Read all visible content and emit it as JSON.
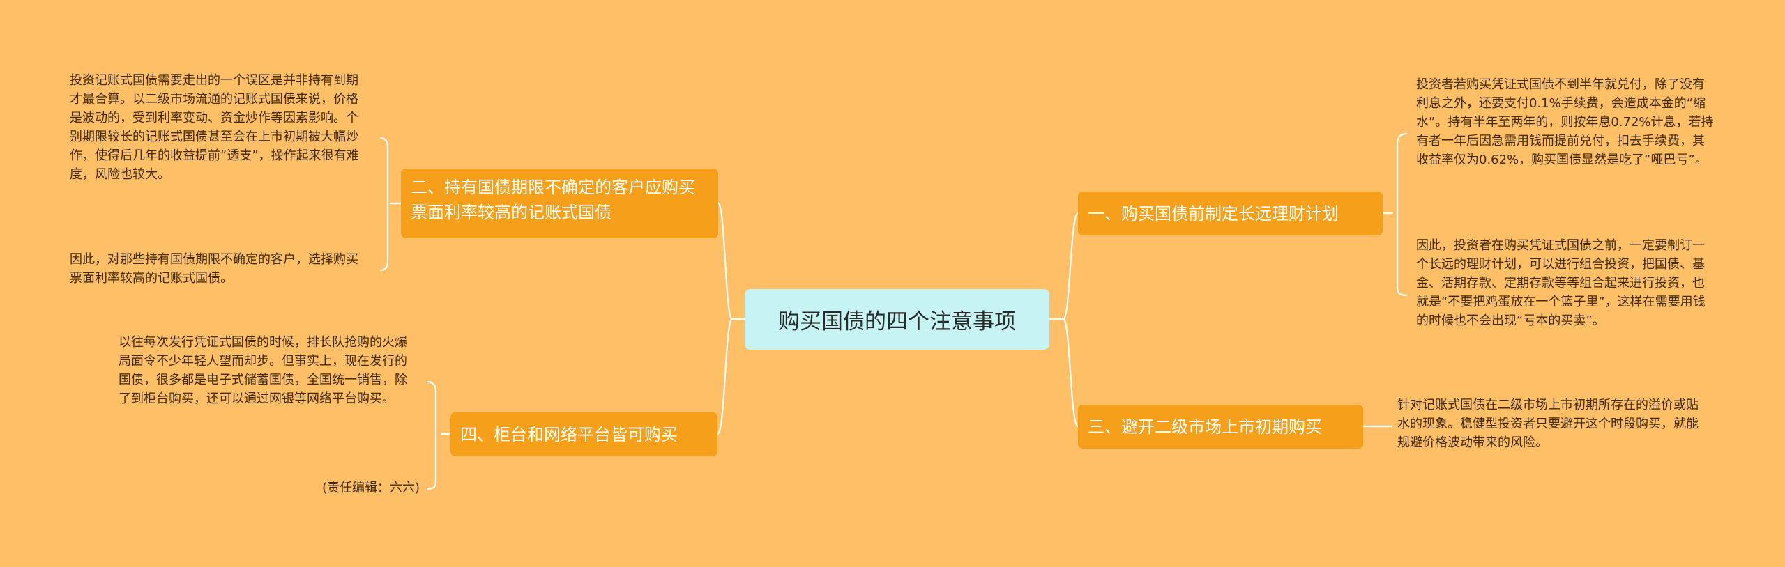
{
  "root": {
    "title": "购买国债的四个注意事项"
  },
  "branches": {
    "b1": {
      "label": "一、购买国债前制定长远理财计划",
      "leaves": [
        "投资者若购买凭证式国债不到半年就兑付，除了没有利息之外，还要支付0.1%手续费，会造成本金的“缩水”。持有半年至两年的，则按年息0.72%计息，若持有者一年后因急需用钱而提前兑付，扣去手续费，其收益率仅为0.62%，购买国债显然是吃了“哑巴亏”。",
        "因此，投资者在购买凭证式国债之前，一定要制订一个长远的理财计划，可以进行组合投资，把国债、基金、活期存款、定期存款等等组合起来进行投资，也就是“不要把鸡蛋放在一个篮子里”，这样在需要用钱的时候也不会出现“亏本的买卖”。"
      ]
    },
    "b2": {
      "label": "二、持有国债期限不确定的客户应购买票面利率较高的记账式国债",
      "leaves": [
        "投资记账式国债需要走出的一个误区是并非持有到期才最合算。以二级市场流通的记账式国债来说，价格是波动的，受到利率变动、资金炒作等因素影响。个别期限较长的记账式国债甚至会在上市初期被大幅炒作，使得后几年的收益提前“透支”，操作起来很有难度，风险也较大。",
        "因此，对那些持有国债期限不确定的客户，选择购买票面利率较高的记账式国债。"
      ]
    },
    "b3": {
      "label": "三、避开二级市场上市初期购买",
      "leaves": [
        "针对记账式国债在二级市场上市初期所存在的溢价或贴水的现象。稳健型投资者只要避开这个时段购买，就能规避价格波动带来的风险。"
      ]
    },
    "b4": {
      "label": "四、柜台和网络平台皆可购买",
      "leaves": [
        "以往每次发行凭证式国债的时候，排长队抢购的火爆局面令不少年轻人望而却步。但事实上，现在发行的国债，很多都是电子式储蓄国债，全国统一销售，除了到柜台购买，还可以通过网银等网络平台购买。",
        "(责任编辑：六六)"
      ]
    }
  },
  "colors": {
    "background": "#ffbf66",
    "root_fill": "#c5f4f2",
    "branch_fill": "#f69f1a",
    "connector": "#ffffff"
  }
}
